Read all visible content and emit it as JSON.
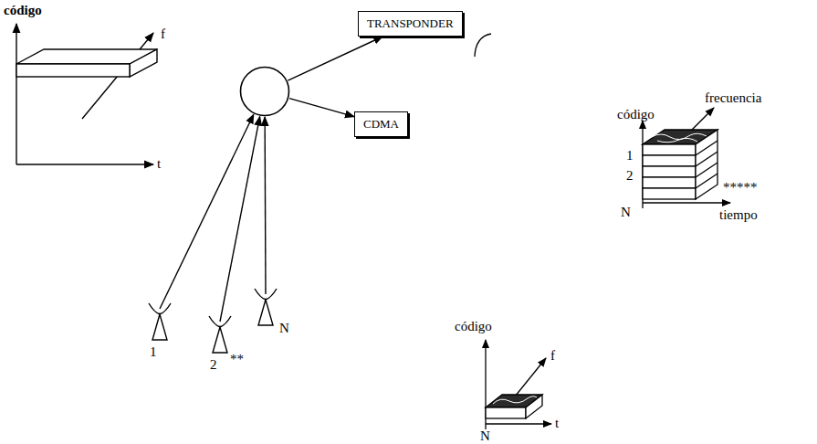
{
  "diagram": {
    "nodes": [
      {
        "text": [
          "TRANSPONDER"
        ]
      },
      {
        "text": []
      },
      {
        "text": [
          "CDMA"
        ]
      },
      {
        "text": [
          "1"
        ]
      },
      {
        "text": [
          "2"
        ]
      },
      {
        "text": [
          "N"
        ]
      }
    ],
    "edges": [
      {
        "from": 1,
        "to": 0,
        "arrow": "to"
      },
      {
        "from": 1,
        "to": 2,
        "arrow": "to"
      },
      {
        "from": 3,
        "to": 1,
        "arrow": "to"
      },
      {
        "from": 4,
        "to": 1,
        "arrow": "to"
      },
      {
        "from": 5,
        "to": 1,
        "arrow": "to"
      }
    ],
    "labels": [
      "código",
      "f",
      "t",
      "código",
      "frecuencia",
      "1",
      "2",
      "*****",
      "N",
      "tiempo",
      "**",
      "código",
      "f",
      "t",
      "N"
    ]
  }
}
